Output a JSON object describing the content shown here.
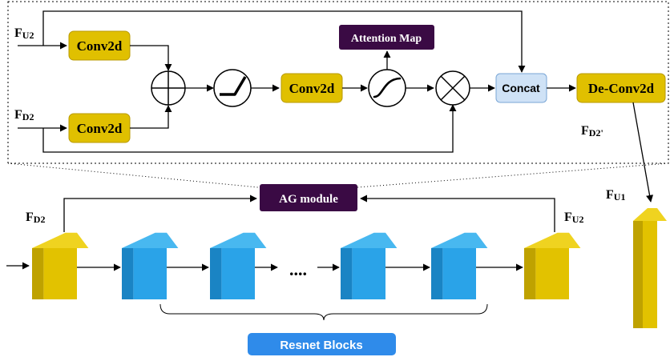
{
  "colors": {
    "conv": "#e0c000",
    "conv_border": "#b89a00",
    "attention": "#3a0a44",
    "ag": "#3a0a44",
    "concat": "#cfe2f6",
    "concat_border": "#7aa6d6",
    "resnet": "#2f8bea",
    "cube_blue_front": "#2aa3e8",
    "cube_blue_top": "#48b8f0",
    "cube_blue_side": "#1a84c4",
    "cube_yellow_front": "#e2c200",
    "cube_yellow_top": "#efd320",
    "cube_yellow_side": "#bfa200"
  },
  "top": {
    "fu2_label": "FU2",
    "fd2_label": "FD2",
    "conv_top": "Conv2d",
    "conv_bottom": "Conv2d",
    "conv_mid": "Conv2d",
    "attention_map": "Attention Map",
    "concat": "Concat",
    "deconv": "De-Conv2d",
    "fd2_prime": "FD2'",
    "icons": [
      "plus-circle-icon",
      "relu-icon",
      "sigmoid-icon",
      "multiply-circle-icon"
    ]
  },
  "bottom": {
    "ag_module": "AG module",
    "fd2_label": "FD2",
    "fu2_label": "FU2",
    "fu1_label": "FU1",
    "ellipsis": "....",
    "resnet_blocks": "Resnet Blocks"
  }
}
